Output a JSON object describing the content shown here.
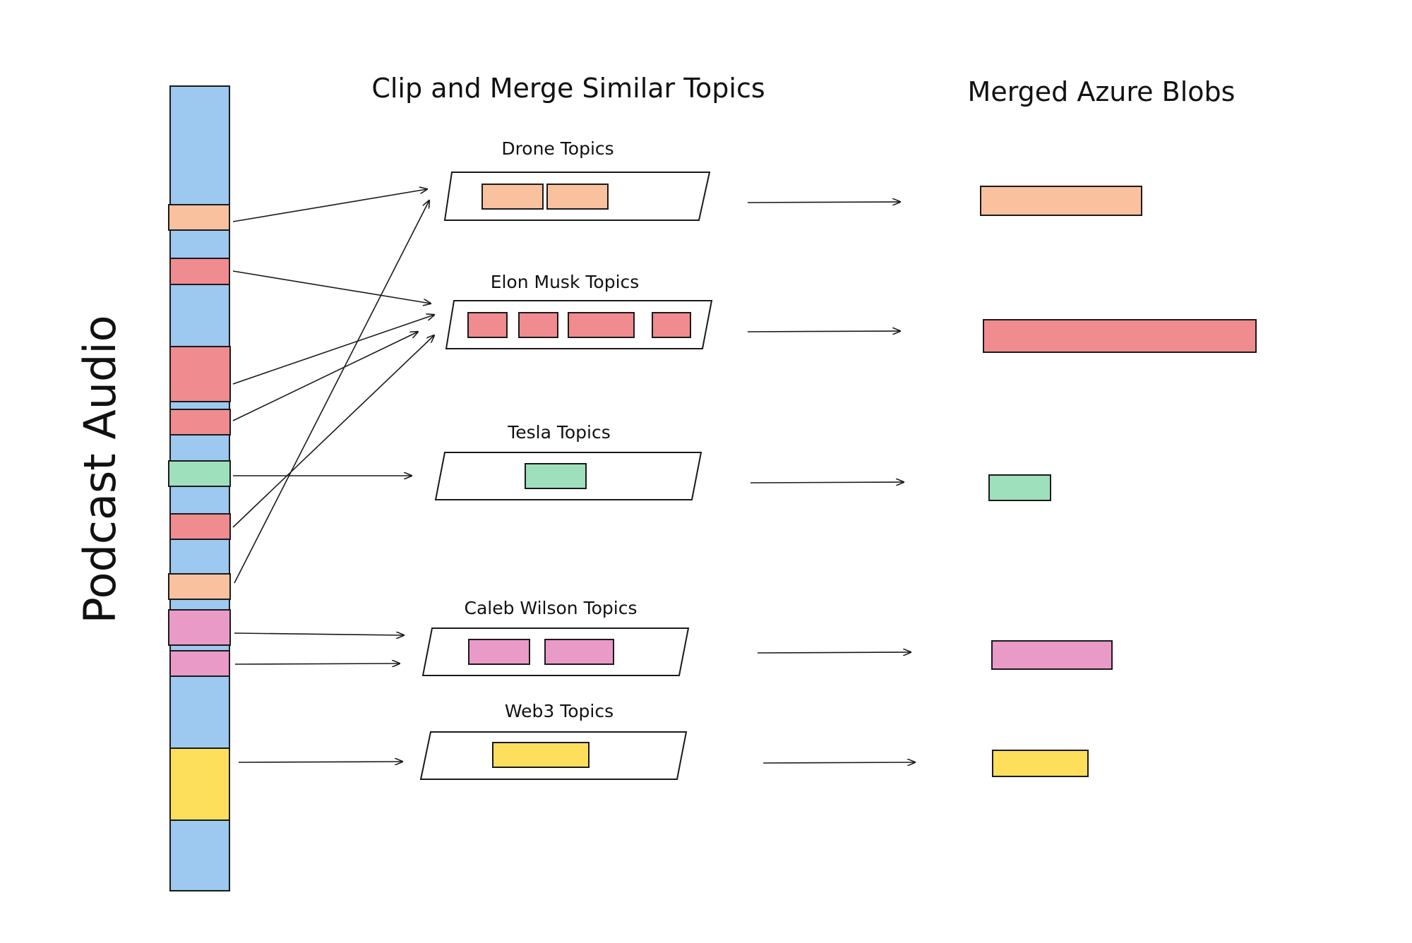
{
  "colors": {
    "audio_base": "#9dc8ef",
    "drone": "#fac19f",
    "elon": "#f08b90",
    "tesla": "#9fe0bc",
    "caleb": "#ea9ac6",
    "web3": "#fedf5c",
    "outline": "#1a1a1a"
  },
  "audio": {
    "label": "Podcast Audio",
    "segment_topics": [
      "drone",
      "elon",
      "elon",
      "elon",
      "tesla",
      "elon",
      "drone",
      "caleb",
      "caleb",
      "web3"
    ]
  },
  "headings": {
    "clip_merge": "Clip and Merge Similar Topics",
    "merged_blobs": "Merged Azure Blobs"
  },
  "groups": [
    {
      "key": "drone",
      "label": "Drone Topics",
      "clip_count": 2
    },
    {
      "key": "elon",
      "label": "Elon Musk Topics",
      "clip_count": 4
    },
    {
      "key": "tesla",
      "label": "Tesla Topics",
      "clip_count": 1
    },
    {
      "key": "caleb",
      "label": "Caleb Wilson Topics",
      "clip_count": 2
    },
    {
      "key": "web3",
      "label": "Web3 Topics",
      "clip_count": 1
    }
  ],
  "merged_blobs": [
    "drone",
    "elon",
    "tesla",
    "caleb",
    "web3"
  ]
}
